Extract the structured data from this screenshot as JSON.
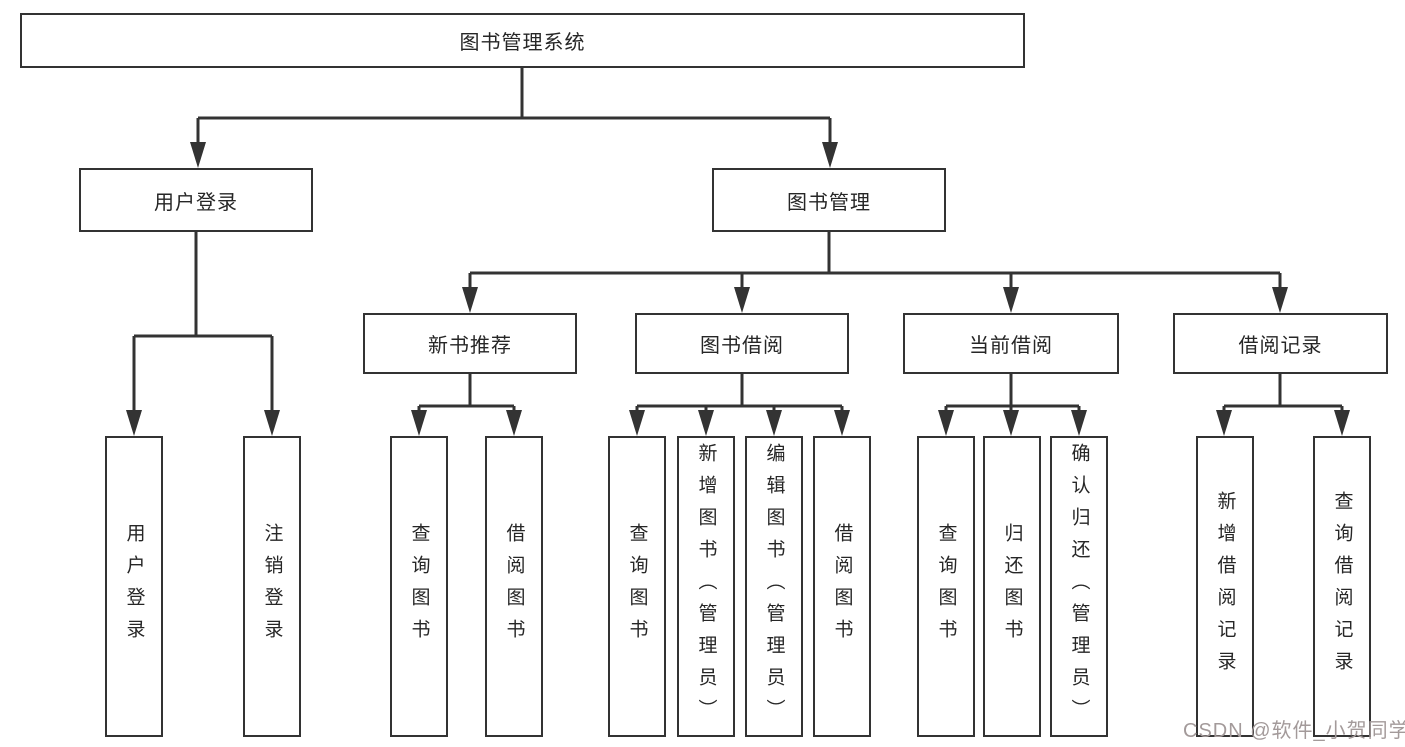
{
  "tree": {
    "root": "图书管理系统",
    "branches": [
      {
        "label": "用户登录",
        "children": [
          "用户登录",
          "注销登录"
        ]
      },
      {
        "label": "图书管理",
        "groups": [
          {
            "label": "新书推荐",
            "children": [
              "查询图书",
              "借阅图书"
            ]
          },
          {
            "label": "图书借阅",
            "children": [
              "查询图书",
              "新增图书（管理员）",
              "编辑图书（管理员）",
              "借阅图书"
            ]
          },
          {
            "label": "当前借阅",
            "children": [
              "查询图书",
              "归还图书",
              "确认归还（管理员）"
            ]
          },
          {
            "label": "借阅记录",
            "children": [
              "新增借阅记录",
              "查询借阅记录"
            ]
          }
        ]
      }
    ]
  },
  "watermark": {
    "text": "CSDN @软件_小贺同学"
  },
  "colors": {
    "line": "#333333",
    "text": "#262626",
    "background": "#ffffff",
    "watermark": "#a39a9a"
  }
}
